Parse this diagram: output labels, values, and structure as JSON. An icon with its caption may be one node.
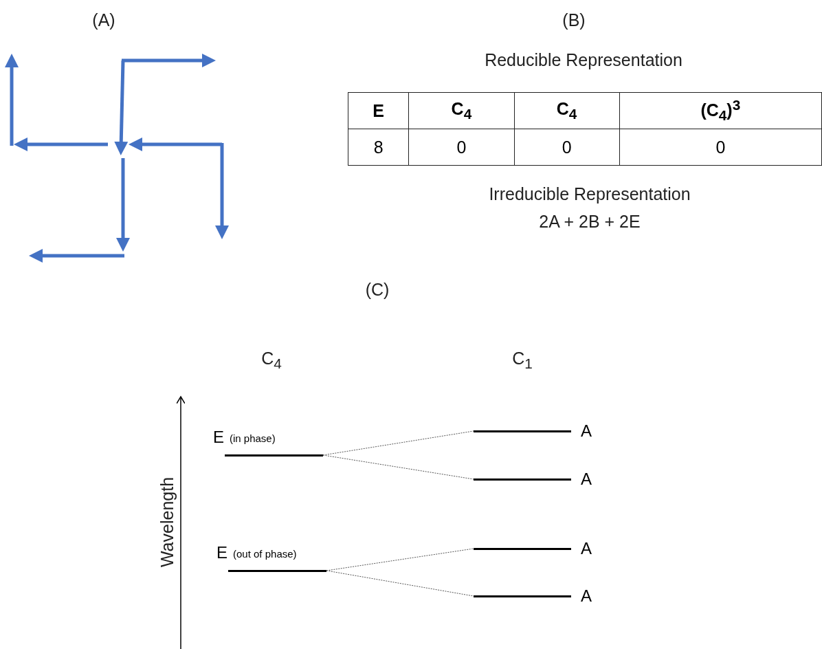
{
  "diagram": {
    "nodes": [
      {
        "text": [
          "E",
          "(in phase)"
        ]
      },
      {
        "text": [
          "A"
        ]
      },
      {
        "text": [
          "A"
        ]
      },
      {
        "text": [
          "E",
          "(out of phase)"
        ]
      },
      {
        "text": [
          "A"
        ]
      },
      {
        "text": [
          "A"
        ]
      }
    ],
    "edges": [
      {
        "from": 0,
        "to": 1,
        "arrow": "none",
        "style": "dashed"
      },
      {
        "from": 0,
        "to": 2,
        "arrow": "none",
        "style": "dashed"
      },
      {
        "from": 3,
        "to": 4,
        "arrow": "none",
        "style": "dashed"
      },
      {
        "from": 3,
        "to": 5,
        "arrow": "none",
        "style": "dashed"
      }
    ],
    "labels": [
      "(A)",
      "(B)",
      "Reducible Representation",
      "E",
      "C$_{4}$",
      "C$_{4}$",
      "(C$_{4}$)$^{3}$",
      "8",
      "0",
      "0",
      "0",
      "Irreducible Representation",
      "2A + 2B + 2E",
      "(C)",
      "C$_{4}$",
      "C$_{1}$",
      "Wavelength"
    ]
  }
}
